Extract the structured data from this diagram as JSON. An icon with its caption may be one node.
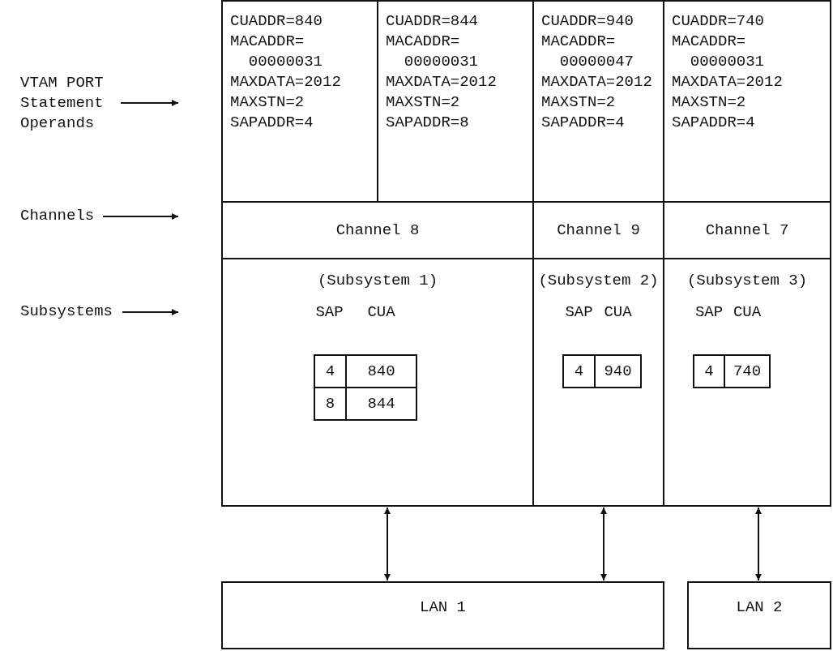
{
  "diagram": {
    "nodes": [
      {
        "text": [
          "VTAM PORT Statement Operands"
        ]
      },
      {
        "text": [
          "Channels"
        ]
      },
      {
        "text": [
          "Subsystems"
        ]
      },
      {
        "text": [
          "CUADDR=840",
          "MACADDR= 00000031",
          "MAXDATA=2012",
          "MAXSTN=2",
          "SAPADDR=4"
        ]
      },
      {
        "text": [
          "CUADDR=844",
          "MACADDR= 00000031",
          "MAXDATA=2012",
          "MAXSTN=2",
          "SAPADDR=8"
        ]
      },
      {
        "text": [
          "CUADDR=940",
          "MACADDR= 00000047",
          "MAXDATA=2012",
          "MAXSTN=2",
          "SAPADDR=4"
        ]
      },
      {
        "text": [
          "CUADDR=740",
          "MACADDR= 00000031",
          "MAXDATA=2012",
          "MAXSTN=2",
          "SAPADDR=4"
        ]
      },
      {
        "text": [
          "Channel 8"
        ]
      },
      {
        "text": [
          "Channel 9"
        ]
      },
      {
        "text": [
          "Channel 7"
        ]
      },
      {
        "text": [
          "(Subsystem 1)"
        ]
      },
      {
        "text": [
          "(Subsystem 2)"
        ]
      },
      {
        "text": [
          "(Subsystem 3)"
        ]
      },
      {
        "text": [
          "LAN 1"
        ]
      },
      {
        "text": [
          "LAN 2"
        ]
      }
    ],
    "edges": [
      {
        "from": 0,
        "to": null,
        "arrow": "to"
      },
      {
        "from": 1,
        "to": null,
        "arrow": "to"
      },
      {
        "from": 2,
        "to": null,
        "arrow": "to"
      },
      {
        "from": 10,
        "to": 13,
        "arrow": "both"
      },
      {
        "from": 11,
        "to": 13,
        "arrow": "both"
      },
      {
        "from": 12,
        "to": 14,
        "arrow": "both"
      }
    ],
    "labels": [
      "SAP",
      "CUA",
      "4",
      "840",
      "8",
      "844",
      "SAP",
      "CUA",
      "4",
      "940",
      "SAP",
      "CUA",
      "4",
      "740"
    ]
  }
}
